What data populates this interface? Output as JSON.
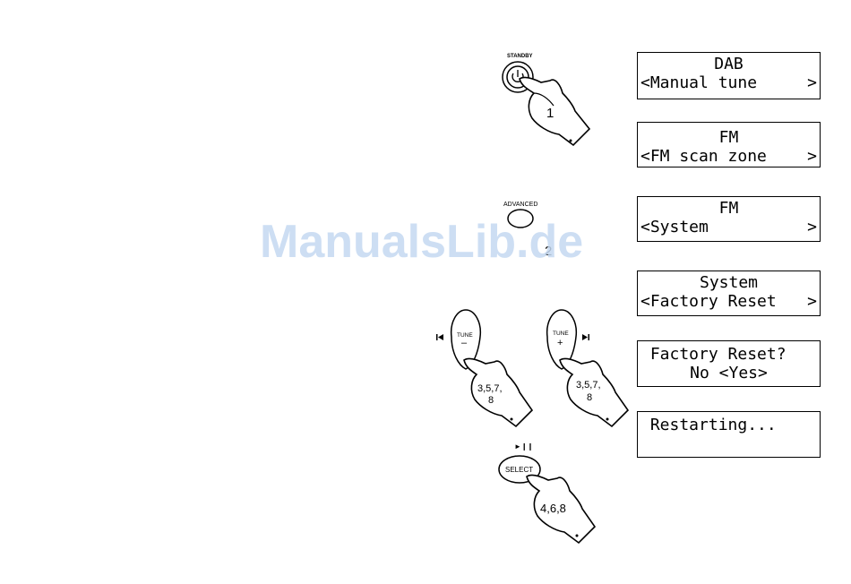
{
  "buttons": {
    "standby": "STANDBY",
    "advanced": "ADVANCED",
    "tune_minus_label": "TUNE",
    "tune_minus_sign": "–",
    "tune_plus_label": "TUNE",
    "tune_plus_sign": "+",
    "select": "SELECT",
    "play_pause": "►❙❙"
  },
  "steps": {
    "standby": "1",
    "advanced": "2",
    "tune_minus_a": "3,5,7,",
    "tune_minus_b": "8",
    "tune_plus_a": "3,5,7,",
    "tune_plus_b": "8",
    "select": "4,6,8"
  },
  "displays": [
    {
      "line1": "DAB",
      "line2": "<Manual tune",
      "arrow": ">"
    },
    {
      "line1": "FM",
      "line2": "<FM scan zone",
      "arrow": ">"
    },
    {
      "line1": "FM",
      "line2": "<System",
      "arrow": ">"
    },
    {
      "line1": "System",
      "line2": "<Factory Reset",
      "arrow": ">"
    },
    {
      "line1": " Factory Reset?",
      "line2": "No <Yes>"
    },
    {
      "line1": " Restarting..."
    }
  ],
  "watermark": "ManualsLib.de"
}
